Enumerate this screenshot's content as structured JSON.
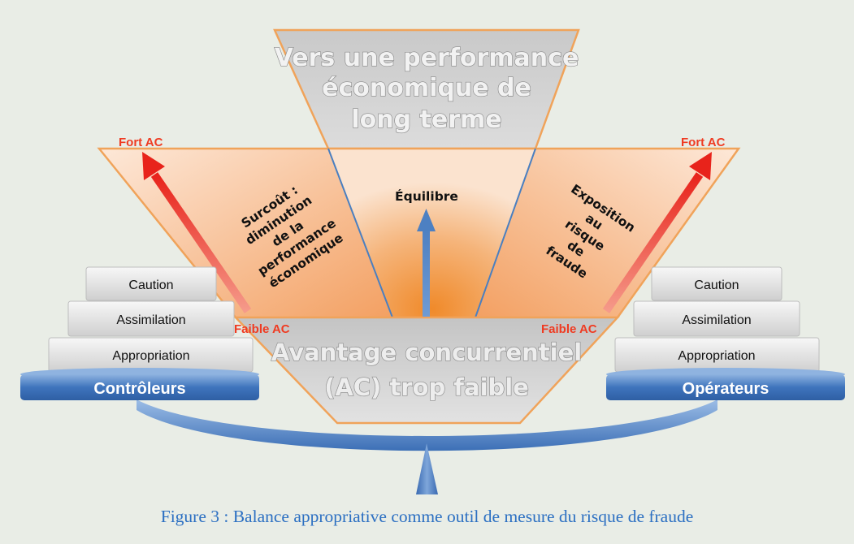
{
  "colors": {
    "background": "#e9ede6",
    "orange_outline": "#f0a35a",
    "blue": "#4a7fc0",
    "red": "#ef3b22",
    "caption": "#2b6fc2"
  },
  "top_triangle": {
    "text_lines": [
      "Vers une performance",
      "économique de",
      "long terme"
    ]
  },
  "bottom_triangle": {
    "text_lines": [
      "Avantage concurrentiel",
      "(AC) trop faible"
    ]
  },
  "left_region": {
    "text_lines": [
      "Surcoût :",
      "diminution",
      "de la",
      "performance",
      "économique"
    ]
  },
  "center_region": {
    "label": "Équilibre"
  },
  "right_region": {
    "text_lines": [
      "Exposition",
      "au",
      "risque",
      "de",
      "fraude"
    ]
  },
  "arrow_labels": {
    "left_top": "Fort AC",
    "right_top": "Fort AC",
    "left_bottom": "Faible AC",
    "right_bottom": "Faible AC"
  },
  "left_stack": {
    "blocks": [
      "Caution",
      "Assimilation",
      "Appropriation"
    ],
    "plate_label": "Contrôleurs"
  },
  "right_stack": {
    "blocks": [
      "Caution",
      "Assimilation",
      "Appropriation"
    ],
    "plate_label": "Opérateurs"
  },
  "caption": "Figure 3 : Balance appropriative comme outil de mesure du risque de fraude"
}
